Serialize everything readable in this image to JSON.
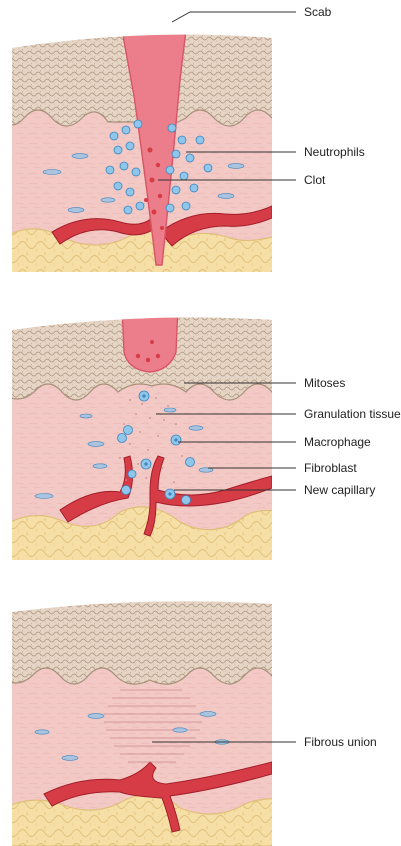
{
  "colors": {
    "epidermis": "#e6d5c4",
    "epidermis_line": "#a8917c",
    "dermis": "#f3c9c6",
    "dermis_line": "#e4a9a5",
    "scab": "#ec7d8a",
    "scab_dark": "#d85565",
    "fat": "#f6dfa6",
    "fat_line": "#dfbf77",
    "vessel": "#d63c45",
    "vessel_dark": "#a31f2a",
    "neutrophil": "#8fc6ea",
    "neutrophil_line": "#3d86bf",
    "fibroblast": "#aac4e0"
  },
  "panels": [
    {
      "id": "inflammatory-phase",
      "labels": [
        {
          "key": "scab",
          "text": "Scab"
        },
        {
          "key": "neutrophils",
          "text": "Neutrophils"
        },
        {
          "key": "clot",
          "text": "Clot"
        }
      ]
    },
    {
      "id": "proliferative-phase",
      "labels": [
        {
          "key": "mitoses",
          "text": "Mitoses"
        },
        {
          "key": "granulation",
          "text": "Granulation tissue"
        },
        {
          "key": "macrophage",
          "text": "Macrophage"
        },
        {
          "key": "fibroblast",
          "text": "Fibroblast"
        },
        {
          "key": "new-capillary",
          "text": "New capillary"
        }
      ]
    },
    {
      "id": "maturation-phase",
      "labels": [
        {
          "key": "fibrous-union",
          "text": "Fibrous union"
        }
      ]
    }
  ]
}
